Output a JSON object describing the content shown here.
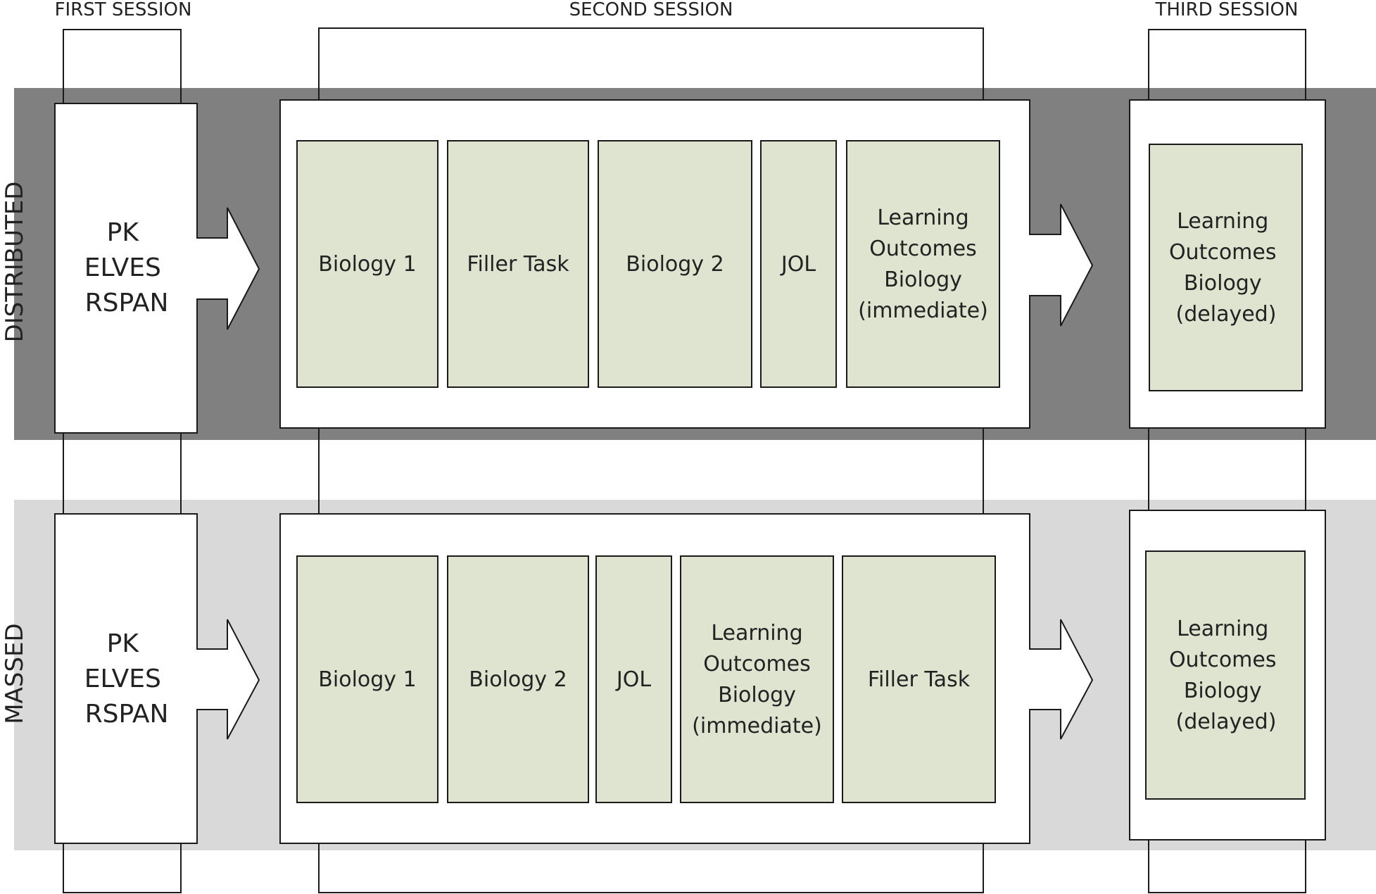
{
  "sessions": {
    "first": "FIRST SESSION",
    "second": "SECOND SESSION",
    "third": "THIRD SESSION"
  },
  "colors": {
    "distributed_band": "#808080",
    "massed_band": "#d9d9d9",
    "task_fill": "#dfe4d0",
    "stroke": "#1a1a1a"
  },
  "conditions": {
    "distributed": {
      "label": "DISTRIBUTED",
      "first_session": [
        "PK",
        "ELVES",
        "RSPAN"
      ],
      "second_session": [
        {
          "lines": [
            "Biology 1"
          ]
        },
        {
          "lines": [
            "Filler Task"
          ]
        },
        {
          "lines": [
            "Biology 2"
          ]
        },
        {
          "lines": [
            "JOL"
          ]
        },
        {
          "lines": [
            "Learning",
            "Outcomes",
            "Biology",
            "(immediate)"
          ]
        }
      ],
      "third_session": [
        "Learning",
        "Outcomes",
        "Biology",
        "(delayed)"
      ]
    },
    "massed": {
      "label": "MASSED",
      "first_session": [
        "PK",
        "ELVES",
        "RSPAN"
      ],
      "second_session": [
        {
          "lines": [
            "Biology 1"
          ]
        },
        {
          "lines": [
            "Biology 2"
          ]
        },
        {
          "lines": [
            "JOL"
          ]
        },
        {
          "lines": [
            "Learning",
            "Outcomes",
            "Biology",
            "(immediate)"
          ]
        },
        {
          "lines": [
            "Filler Task"
          ]
        }
      ],
      "third_session": [
        "Learning",
        "Outcomes",
        "Biology",
        "(delayed)"
      ]
    }
  }
}
